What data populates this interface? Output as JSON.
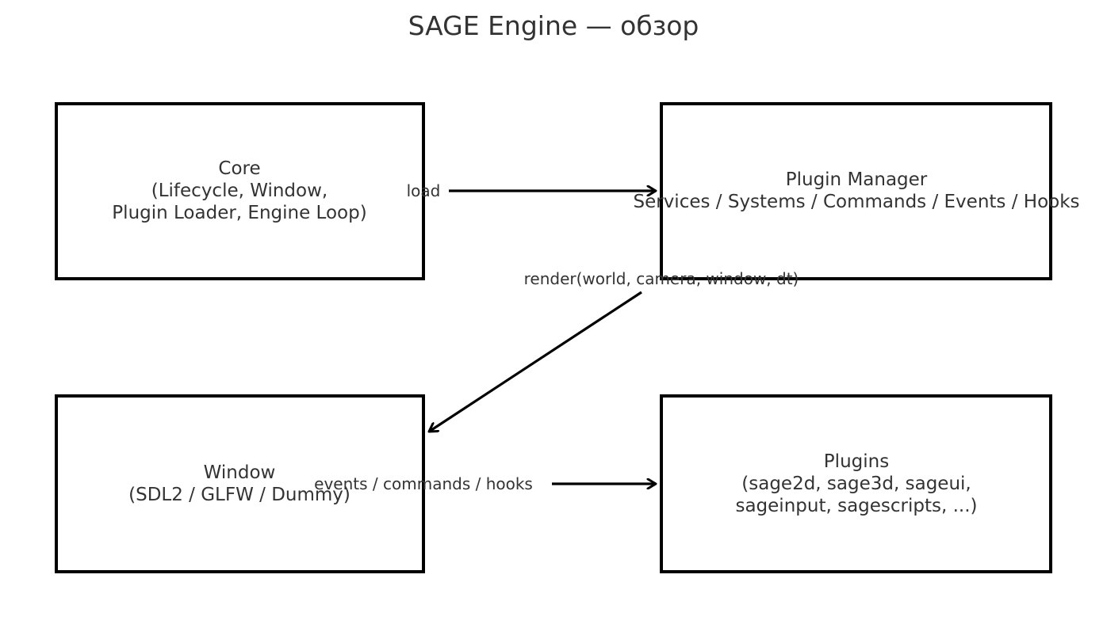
{
  "title": "SAGE Engine — обзор",
  "nodes": {
    "core": {
      "lines": [
        "Core",
        "(Lifecycle, Window,",
        "Plugin Loader, Engine Loop)"
      ]
    },
    "plugin_manager": {
      "lines": [
        "Plugin Manager",
        "Services / Systems / Commands / Events / Hooks"
      ]
    },
    "window": {
      "lines": [
        "Window",
        "(SDL2 / GLFW / Dummy)"
      ]
    },
    "plugins": {
      "lines": [
        "Plugins",
        "(sage2d, sage3d, sageui,",
        "sageinput, sagescripts, ...)"
      ]
    }
  },
  "edges": [
    {
      "from": "core",
      "to": "plugin_manager",
      "label": "load"
    },
    {
      "from": "plugin_manager",
      "to": "window",
      "label": "render(world, camera, window, dt)"
    },
    {
      "from": "window",
      "to": "plugins",
      "label": "events / commands / hooks"
    }
  ],
  "colors": {
    "box_border": "#000000",
    "text": "#333333",
    "arrow": "#000000"
  }
}
